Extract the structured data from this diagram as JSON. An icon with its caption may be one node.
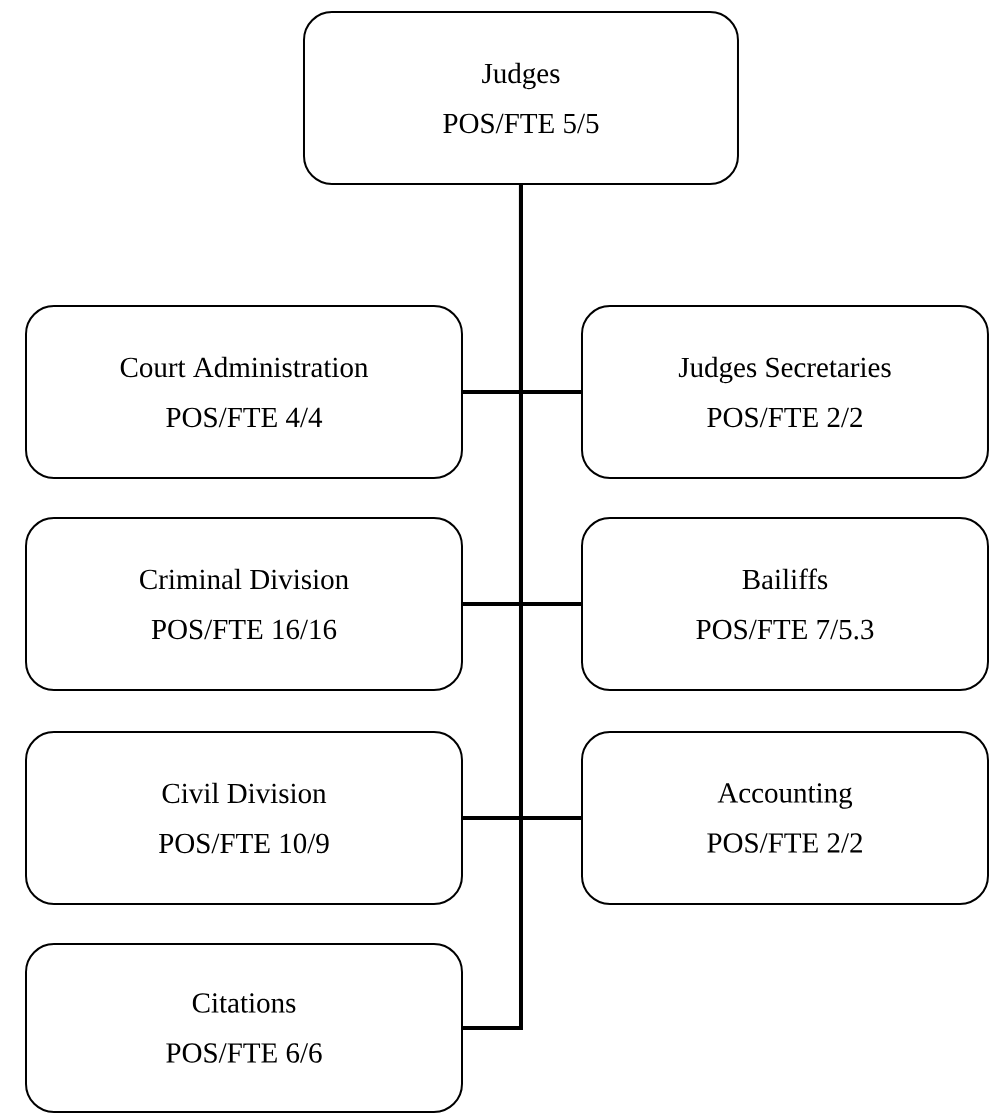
{
  "diagram": {
    "nodes": [
      {
        "text": [
          "Judges",
          "POS/FTE 5/5"
        ]
      },
      {
        "text": [
          "Court Administration",
          "POS/FTE 4/4"
        ]
      },
      {
        "text": [
          "Judges Secretaries",
          "POS/FTE 2/2"
        ]
      },
      {
        "text": [
          "Criminal Division",
          "POS/FTE 16/16"
        ]
      },
      {
        "text": [
          "Bailiffs",
          "POS/FTE 7/5.3"
        ]
      },
      {
        "text": [
          "Civil Division",
          "POS/FTE 10/9"
        ]
      },
      {
        "text": [
          "Accounting",
          "POS/FTE 2/2"
        ]
      },
      {
        "text": [
          "Citations",
          "POS/FTE 6/6"
        ]
      }
    ],
    "edges": [
      {
        "from": 0,
        "to": 1,
        "arrow": "none"
      },
      {
        "from": 0,
        "to": 2,
        "arrow": "none"
      },
      {
        "from": 0,
        "to": 3,
        "arrow": "none"
      },
      {
        "from": 0,
        "to": 4,
        "arrow": "none"
      },
      {
        "from": 0,
        "to": 5,
        "arrow": "none"
      },
      {
        "from": 0,
        "to": 6,
        "arrow": "none"
      },
      {
        "from": 0,
        "to": 7,
        "arrow": "none"
      }
    ]
  }
}
